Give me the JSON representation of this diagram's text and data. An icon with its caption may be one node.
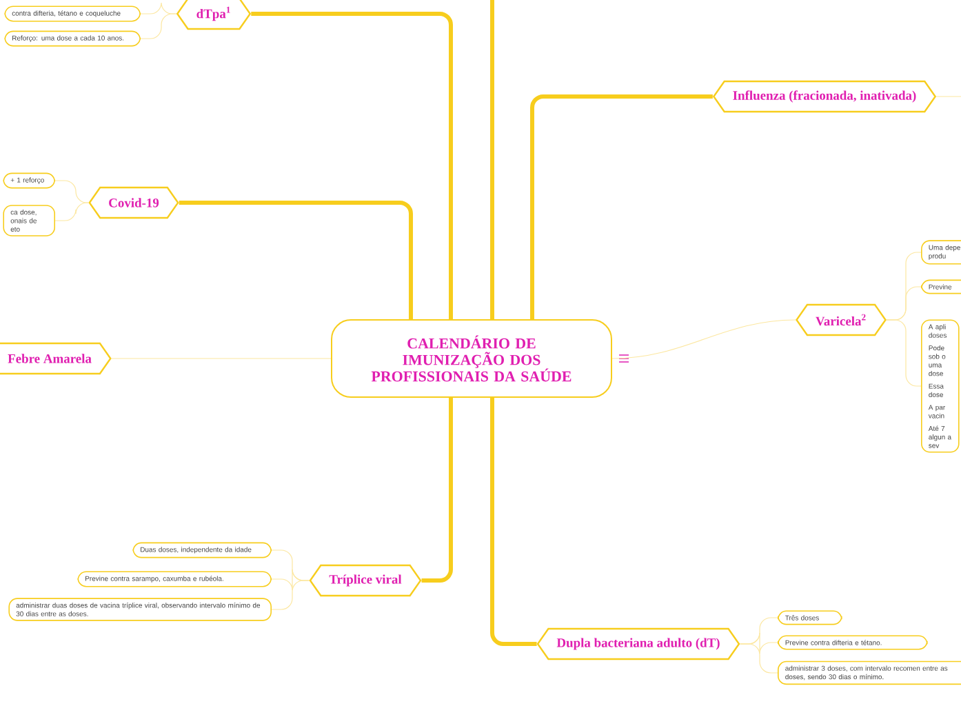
{
  "diagram": {
    "nodes": [
      {
        "text": [
          "CALENDÁRIO DE IMUNIZAÇÃO DOS PROFISSIONAIS DA SAÚDE"
        ]
      },
      {
        "text": [
          "dTpa$^{1}$"
        ]
      },
      {
        "text": [
          "contra difteria, tétano e coqueluche"
        ]
      },
      {
        "text": [
          "Reforço: uma dose a cada 10 anos."
        ]
      },
      {
        "text": [
          "Covid-19"
        ]
      },
      {
        "text": [
          "+ 1 reforço"
        ]
      },
      {
        "text": [
          "ca dose, onais de eto"
        ]
      },
      {
        "text": [
          "Febre Amarela"
        ]
      },
      {
        "text": [
          "Tríplice viral"
        ]
      },
      {
        "text": [
          "Duas doses, independente da idade"
        ]
      },
      {
        "text": [
          "Previne contra sarampo, caxumba e rubéola."
        ]
      },
      {
        "text": [
          "administrar duas doses de vacina tríplice viral, observando intervalo mínimo de 30 dias entre as doses."
        ]
      },
      {
        "text": [
          "Influenza (fracionada, inativada)"
        ]
      },
      {
        "text": [
          "Varicela$^{2}$"
        ]
      },
      {
        "text": [
          "Uma depe produ"
        ]
      },
      {
        "text": [
          "Previne"
        ]
      },
      {
        "text": [
          "A apli doses",
          "Pode sob o uma dose",
          "Essa dose",
          "A par vacin",
          "Até 7 algun a sev"
        ]
      },
      {
        "text": [
          "Dupla bacteriana adulto (dT)"
        ]
      },
      {
        "text": [
          "Três doses"
        ]
      },
      {
        "text": [
          "Previne contra difteria e tétano."
        ]
      },
      {
        "text": [
          "administrar 3 doses, com intervalo recomen entre as doses, sendo 30 dias o mínimo."
        ]
      }
    ],
    "edges": [
      {
        "from": 0,
        "to": 1,
        "arrow": "none",
        "style": "thick",
        "color": "#f7cd1d"
      },
      {
        "from": 0,
        "to": 4,
        "arrow": "none",
        "style": "thick",
        "color": "#f7cd1d"
      },
      {
        "from": 0,
        "to": 7,
        "arrow": "none"
      },
      {
        "from": 0,
        "to": 8,
        "arrow": "none",
        "style": "thick",
        "color": "#f7cd1d"
      },
      {
        "from": 0,
        "to": 12,
        "arrow": "none",
        "style": "thick",
        "color": "#f7cd1d"
      },
      {
        "from": 0,
        "to": 13,
        "arrow": "none"
      },
      {
        "from": 0,
        "to": 17,
        "arrow": "none",
        "style": "thick",
        "color": "#f7cd1d"
      },
      {
        "from": 0,
        "to": null,
        "arrow": "none",
        "style": "thick",
        "color": "#f7cd1d"
      },
      {
        "from": 12,
        "to": null,
        "arrow": "none"
      },
      {
        "from": 1,
        "to": 2,
        "arrow": "none"
      },
      {
        "from": 1,
        "to": 3,
        "arrow": "none"
      },
      {
        "from": 4,
        "to": 5,
        "arrow": "none"
      },
      {
        "from": 4,
        "to": 6,
        "arrow": "none"
      },
      {
        "from": 8,
        "to": 9,
        "arrow": "none"
      },
      {
        "from": 8,
        "to": 10,
        "arrow": "none"
      },
      {
        "from": 8,
        "to": 11,
        "arrow": "none"
      },
      {
        "from": 13,
        "to": 14,
        "arrow": "none"
      },
      {
        "from": 13,
        "to": 15,
        "arrow": "none"
      },
      {
        "from": 13,
        "to": 16,
        "arrow": "none"
      },
      {
        "from": 17,
        "to": 18,
        "arrow": "none"
      },
      {
        "from": 17,
        "to": 19,
        "arrow": "none"
      },
      {
        "from": 17,
        "to": 20,
        "arrow": "none"
      }
    ]
  }
}
